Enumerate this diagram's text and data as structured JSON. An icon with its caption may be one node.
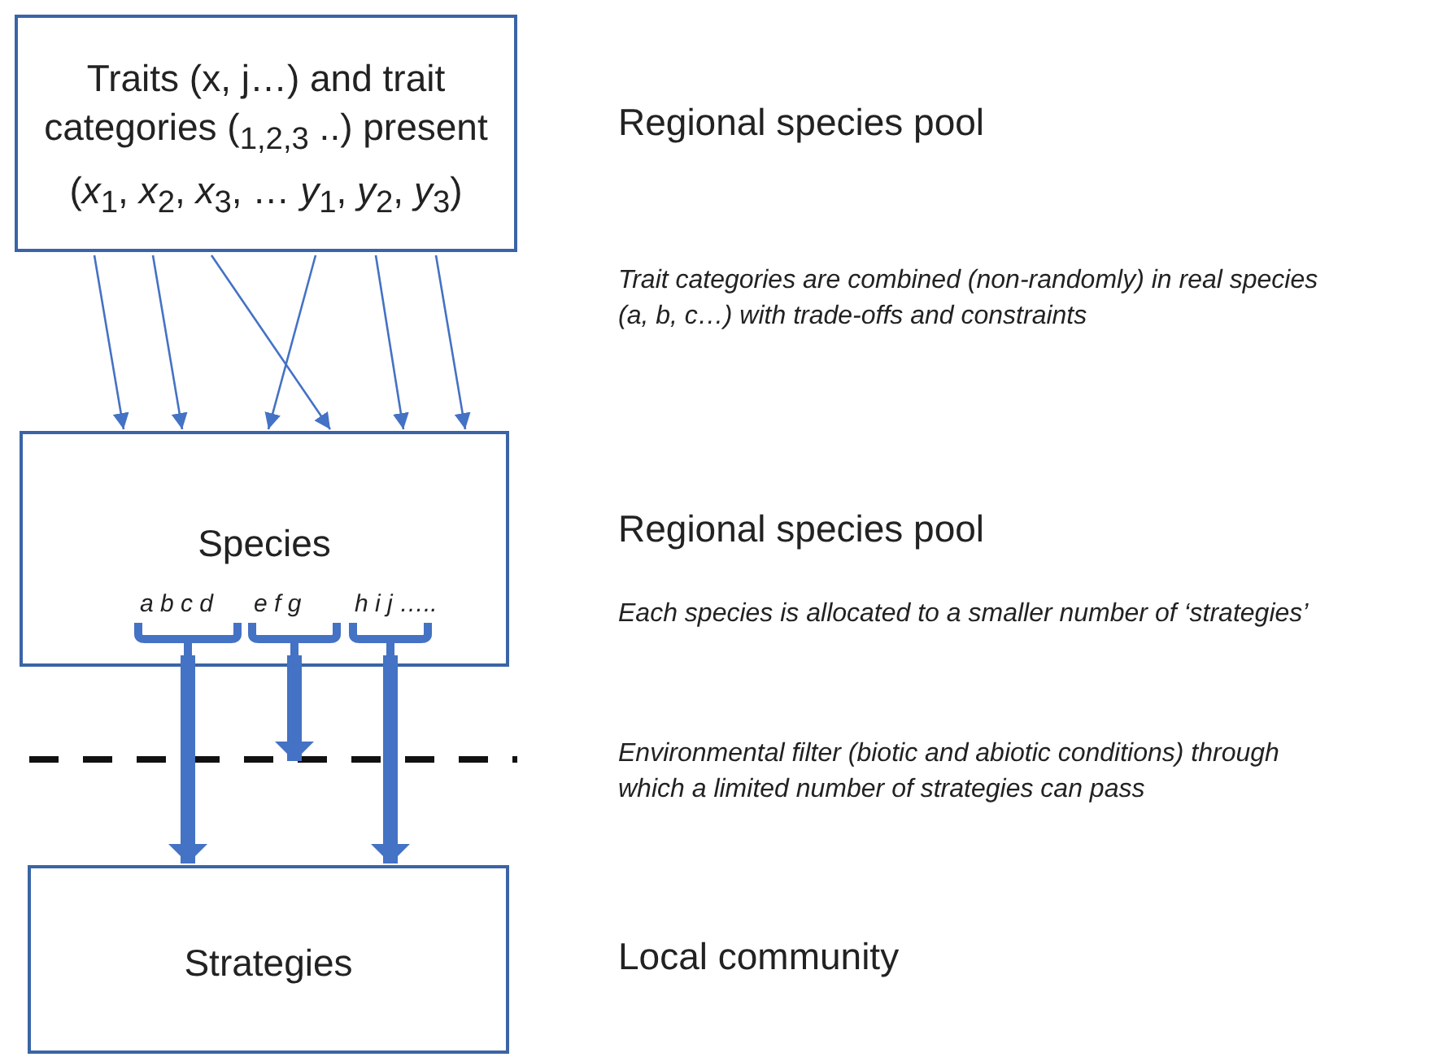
{
  "diagram": {
    "nodes": [
      {
        "text": [
          "Traits (x, j…) and trait categories ($_{1,2,3}$ ..) present (*x*$_{1}$, *x*$_{2}$, *x*$_{3}$, … *y*$_{1}$, *y*$_{2}$, *y*$_{3}$)"
        ]
      },
      {
        "text": [
          "Species"
        ]
      },
      {
        "text": [
          "a b c d"
        ],
        "in": 1
      },
      {
        "text": [
          "e f g"
        ],
        "in": 1
      },
      {
        "text": [
          "h i j ….."
        ],
        "in": 1
      },
      {
        "text": [
          "Strategies"
        ]
      }
    ],
    "edges": [
      {
        "from": 0,
        "to": 1,
        "arrow": "to"
      },
      {
        "from": 0,
        "to": 1,
        "arrow": "to"
      },
      {
        "from": 0,
        "to": 1,
        "arrow": "to"
      },
      {
        "from": 0,
        "to": 1,
        "arrow": "to"
      },
      {
        "from": 0,
        "to": 1,
        "arrow": "to"
      },
      {
        "from": 0,
        "to": 1,
        "arrow": "to"
      },
      {
        "from": 2,
        "to": 5,
        "arrow": "to",
        "style": "thick"
      },
      {
        "from": 3,
        "to": null,
        "arrow": "to",
        "style": "thick"
      },
      {
        "from": 4,
        "to": 5,
        "arrow": "to",
        "style": "thick"
      }
    ],
    "labels": [
      "Regional species pool",
      "Trait categories are combined (non-randomly) in real species (a, b, c…) with trade-offs and constraints",
      "Regional species pool",
      "Each species is allocated to a smaller number of ‘strategies’",
      "Environmental filter (biotic and abiotic conditions) through which  a limited number of strategies can pass",
      "Local community"
    ]
  }
}
